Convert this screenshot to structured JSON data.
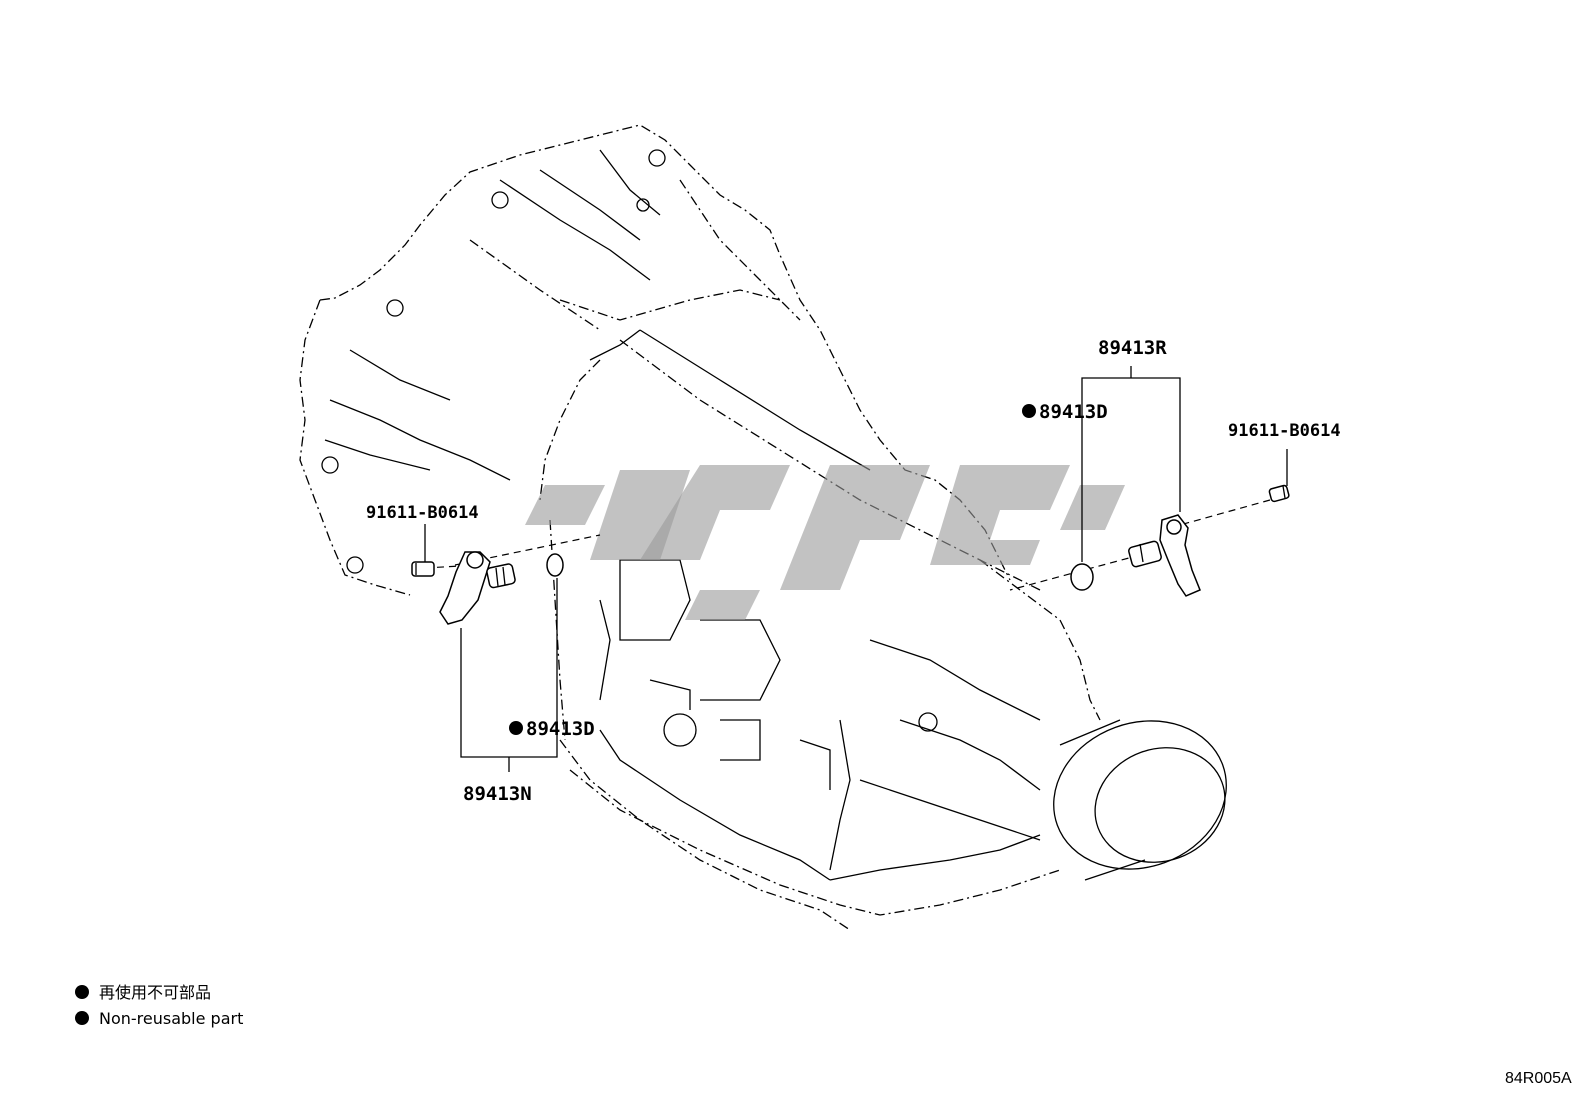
{
  "diagram": {
    "callouts": {
      "speed_sensor_rear": "89413R",
      "speed_sensor_front": "89413N",
      "o_ring_rear": "89413D",
      "o_ring_front": "89413D",
      "bolt_rear": "91611-B0614",
      "bolt_front": "91611-B0614"
    },
    "legend": {
      "line_ja": "再使用不可部品",
      "line_en": "Non-reusable part"
    },
    "illustration_code": "84R005A",
    "marker_color": "#000000",
    "watermark_color": "#9a9a9a"
  }
}
